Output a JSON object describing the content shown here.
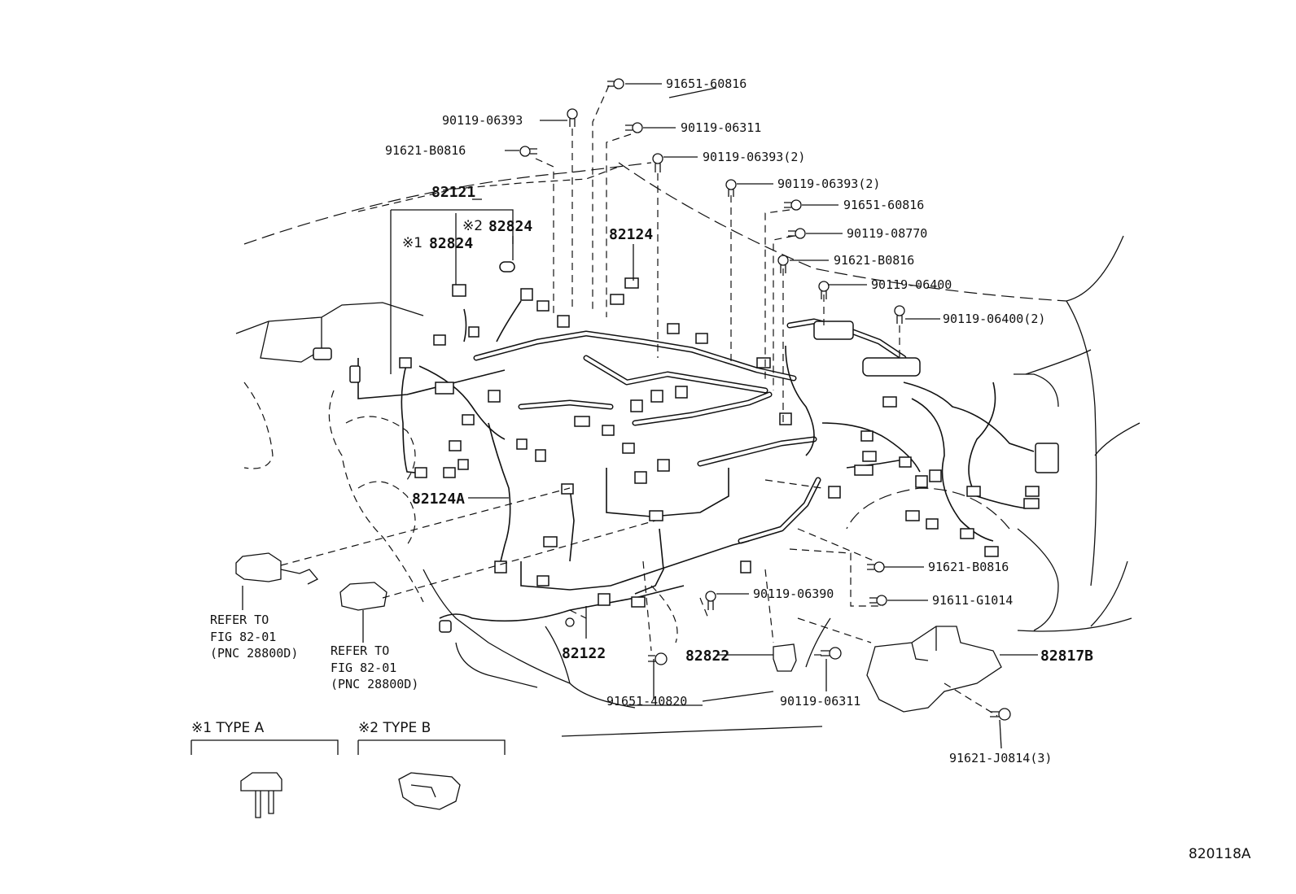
{
  "callouts": {
    "c01": "91651-60816",
    "c02": "90119-06393",
    "c03": "90119-06311",
    "c04": "91621-B0816",
    "c05": "90119-06393(2)",
    "c06": "90119-06393(2)",
    "c07": "91651-60816",
    "c08": "90119-08770",
    "c09": "91621-B0816",
    "c10": "90119-06400",
    "c11": "90119-06400(2)",
    "c12": "91621-B0816",
    "c13": "91611-G1014",
    "c14": "90119-06390",
    "c15": "91651-40820",
    "c16": "90119-06311",
    "c17": "91621-J0814(3)"
  },
  "parts": {
    "p82121": "82121",
    "p82824_2": "82824",
    "p82824_1": "82824",
    "mark2": "※2",
    "mark1": "※1",
    "p82124": "82124",
    "p82124A": "82124A",
    "p82122": "82122",
    "p82822": "82822",
    "p82817B": "82817B"
  },
  "refs": {
    "ref1_line1": "REFER TO",
    "ref1_line2": "FIG 82-01",
    "ref1_line3": "(PNC 28800D)",
    "ref2_line1": "REFER TO",
    "ref2_line2": "FIG 82-01",
    "ref2_line3": "(PNC 28800D)"
  },
  "legend": {
    "type_a": "※1 TYPE A",
    "type_b": "※2 TYPE B"
  },
  "figure_id": "820118A"
}
